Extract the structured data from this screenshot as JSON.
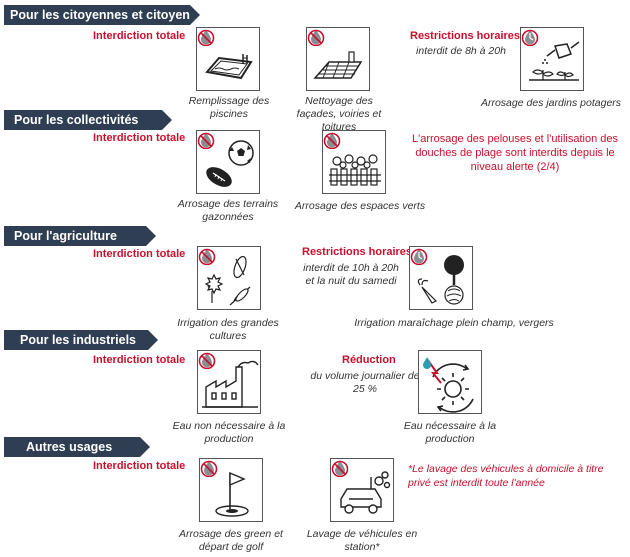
{
  "sections": {
    "citizens": {
      "title": "Pour les citoyennes et citoyens",
      "total_ban": "Interdiction totale",
      "restrictions_label": "Restrictions horaires",
      "restrictions_detail": "interdit de 8h à 20h",
      "items": [
        {
          "caption": "Remplissage des piscines",
          "icon": "pool-icon"
        },
        {
          "caption": "Nettoyage des façades, voiries et toitures",
          "icon": "house-roof-icon"
        },
        {
          "caption": "Arrosage des jardins potagers",
          "icon": "watering-can-icon"
        }
      ]
    },
    "communities": {
      "title": "Pour les collectivités",
      "total_ban": "Interdiction totale",
      "note": "L'arrosage des pelouses et l'utilisation des douches de plage sont interdits depuis le niveau alerte (2/4)",
      "items": [
        {
          "caption": "Arrosage des terrains gazonnées",
          "icon": "sports-balls-icon"
        },
        {
          "caption": "Arrosage des espaces verts",
          "icon": "flower-bed-icon"
        }
      ]
    },
    "agriculture": {
      "title": "Pour l'agriculture",
      "total_ban": "Interdiction totale",
      "restrictions_label": "Restrictions horaires",
      "restrictions_detail": "interdit de 10h à 20h et la nuit du samedi",
      "items": [
        {
          "caption": "Irrigation des grandes cultures",
          "icon": "crops-icon"
        },
        {
          "caption": "Irrigation maraîchage plein champ, vergers",
          "icon": "tree-vegetables-icon"
        }
      ]
    },
    "industry": {
      "title": "Pour les industriels",
      "total_ban": "Interdiction totale",
      "reduction_label": "Réduction",
      "reduction_detail": "du volume journalier de 25 %",
      "items": [
        {
          "caption": "Eau non nécessaire à la production",
          "icon": "factory-icon"
        },
        {
          "caption": "Eau nécessaire à la production",
          "icon": "gear-cycle-icon"
        }
      ]
    },
    "other": {
      "title": "Autres usages",
      "total_ban": "Interdiction totale",
      "note": "*Le lavage des véhicules à domicile à titre privé est interdit toute l'année",
      "items": [
        {
          "caption": "Arrosage des green et départ de golf",
          "icon": "golf-flag-icon"
        },
        {
          "caption": "Lavage de véhicules en station*",
          "icon": "car-wash-icon"
        }
      ]
    }
  },
  "colors": {
    "header_bg": "#2f3e52",
    "alert_red": "#c8102e",
    "badge_gray": "#8a8d91"
  }
}
